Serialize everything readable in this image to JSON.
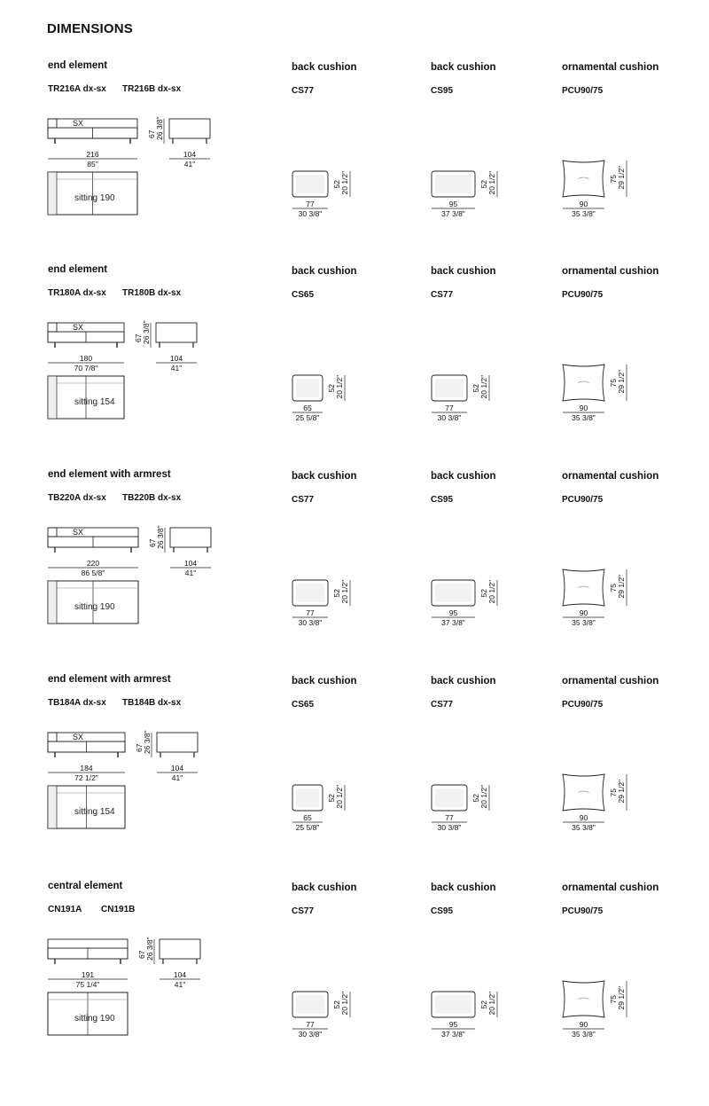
{
  "page": {
    "title": "DIMENSIONS"
  },
  "rows": [
    {
      "element": {
        "label": "end element",
        "codes": [
          "TR216A dx-sx",
          "TR216B dx-sx"
        ],
        "width": "216",
        "width_in": "85\"",
        "height": "67",
        "height_in": "26 3/8\"",
        "depth": "104",
        "depth_in": "41\"",
        "sx": "SX",
        "sitting": "sitting 190"
      },
      "cushions": [
        {
          "label": "back cushion",
          "code": "CS77",
          "width": "77",
          "width_in": "30 3/8\"",
          "height": "52",
          "height_in": "20 1/2\""
        },
        {
          "label": "back cushion",
          "code": "CS95",
          "width": "95",
          "width_in": "37 3/8\"",
          "height": "52",
          "height_in": "20 1/2\""
        },
        {
          "label": "ornamental cushion",
          "code": "PCU90/75",
          "width": "90",
          "width_in": "35 3/8\"",
          "height": "75",
          "height_in": "29 1/2\""
        }
      ]
    },
    {
      "element": {
        "label": "end element",
        "codes": [
          "TR180A dx-sx",
          "TR180B dx-sx"
        ],
        "width": "180",
        "width_in": "70 7/8\"",
        "height": "67",
        "height_in": "26 3/8\"",
        "depth": "104",
        "depth_in": "41\"",
        "sx": "SX",
        "sitting": "sitting 154"
      },
      "cushions": [
        {
          "label": "back cushion",
          "code": "CS65",
          "width": "65",
          "width_in": "25 5/8\"",
          "height": "52",
          "height_in": "20 1/2\""
        },
        {
          "label": "back cushion",
          "code": "CS77",
          "width": "77",
          "width_in": "30 3/8\"",
          "height": "52",
          "height_in": "20 1/2\""
        },
        {
          "label": "ornamental cushion",
          "code": "PCU90/75",
          "width": "90",
          "width_in": "35 3/8\"",
          "height": "75",
          "height_in": "29 1/2\""
        }
      ]
    },
    {
      "element": {
        "label": "end element with armrest",
        "codes": [
          "TB220A dx-sx",
          "TB220B dx-sx"
        ],
        "width": "220",
        "width_in": "86 5/8\"",
        "height": "67",
        "height_in": "26 3/8\"",
        "depth": "104",
        "depth_in": "41\"",
        "sx": "SX",
        "sitting": "sitting 190"
      },
      "cushions": [
        {
          "label": "back cushion",
          "code": "CS77",
          "width": "77",
          "width_in": "30 3/8\"",
          "height": "52",
          "height_in": "20 1/2\""
        },
        {
          "label": "back cushion",
          "code": "CS95",
          "width": "95",
          "width_in": "37 3/8\"",
          "height": "52",
          "height_in": "20 1/2\""
        },
        {
          "label": "ornamental cushion",
          "code": "PCU90/75",
          "width": "90",
          "width_in": "35 3/8\"",
          "height": "75",
          "height_in": "29 1/2\""
        }
      ]
    },
    {
      "element": {
        "label": "end element with armrest",
        "codes": [
          "TB184A dx-sx",
          "TB184B dx-sx"
        ],
        "width": "184",
        "width_in": "72 1/2\"",
        "height": "67",
        "height_in": "26 3/8\"",
        "depth": "104",
        "depth_in": "41\"",
        "sx": "SX",
        "sitting": "sitting 154"
      },
      "cushions": [
        {
          "label": "back cushion",
          "code": "CS65",
          "width": "65",
          "width_in": "25 5/8\"",
          "height": "52",
          "height_in": "20 1/2\""
        },
        {
          "label": "back cushion",
          "code": "CS77",
          "width": "77",
          "width_in": "30 3/8\"",
          "height": "52",
          "height_in": "20 1/2\""
        },
        {
          "label": "ornamental cushion",
          "code": "PCU90/75",
          "width": "90",
          "width_in": "35 3/8\"",
          "height": "75",
          "height_in": "29 1/2\""
        }
      ]
    },
    {
      "element": {
        "label": "central element",
        "codes": [
          "CN191A",
          "CN191B"
        ],
        "width": "191",
        "width_in": "75 1/4\"",
        "height": "67",
        "height_in": "26 3/8\"",
        "depth": "104",
        "depth_in": "41\"",
        "sx": "",
        "sitting": "sitting 190"
      },
      "cushions": [
        {
          "label": "back cushion",
          "code": "CS77",
          "width": "77",
          "width_in": "30 3/8\"",
          "height": "52",
          "height_in": "20 1/2\""
        },
        {
          "label": "back cushion",
          "code": "CS95",
          "width": "95",
          "width_in": "37 3/8\"",
          "height": "52",
          "height_in": "20 1/2\""
        },
        {
          "label": "ornamental cushion",
          "code": "PCU90/75",
          "width": "90",
          "width_in": "35 3/8\"",
          "height": "75",
          "height_in": "29 1/2\""
        }
      ]
    }
  ]
}
